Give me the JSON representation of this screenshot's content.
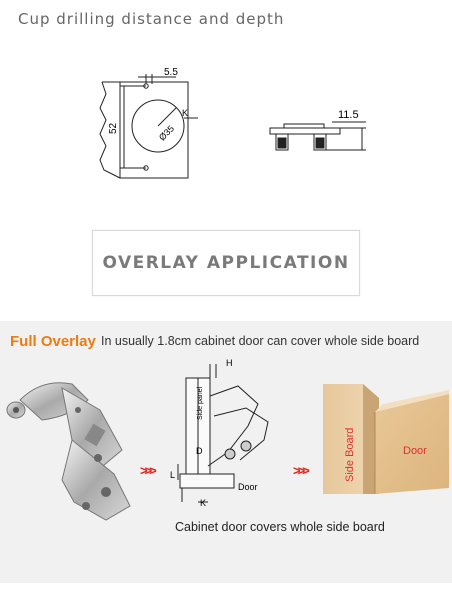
{
  "header": {
    "title": "Cup drilling distance and depth"
  },
  "cup_drawing": {
    "dim_top": "5.5",
    "dim_height": "52",
    "dim_k": "K",
    "dim_diameter": "Ø35"
  },
  "side_drawing": {
    "dim_depth": "11.5"
  },
  "overlay_box": {
    "label": "OVERLAY APPLICATION"
  },
  "full_overlay": {
    "label": "Full Overlay",
    "description": "In usually 1.8cm cabinet door can cover whole side board"
  },
  "mount_diagram": {
    "label_h": "H",
    "label_side_panel": "Side panel",
    "label_d": "D",
    "label_l": "L",
    "label_door": "Door",
    "label_k": "K"
  },
  "board_illustration": {
    "side_board_label": "Side Board",
    "door_label": "Door"
  },
  "arrows": ">>>",
  "caption": "Cabinet door covers whole side board",
  "colors": {
    "accent": "#ee7a12",
    "arrow": "#e2231a",
    "panel_bg": "#f1f1f1"
  }
}
